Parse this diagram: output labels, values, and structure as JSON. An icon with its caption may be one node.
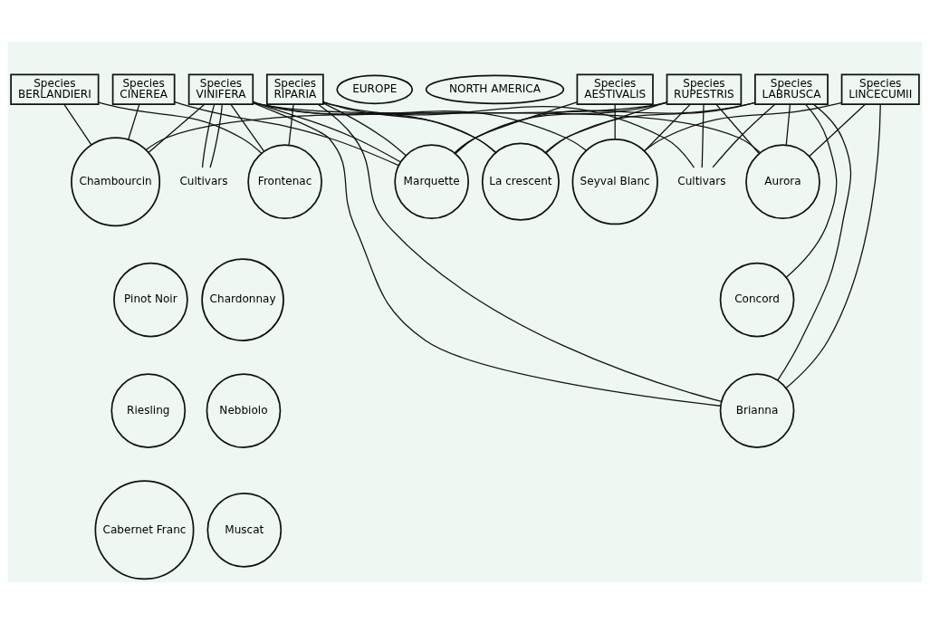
{
  "diagram": {
    "nodes": [
      {
        "text": [
          "Species",
          "VINIFERA"
        ]
      },
      {
        "text": [
          "EUROPE"
        ]
      },
      {
        "text": [
          "NORTH AMERICA"
        ]
      },
      {
        "text": [
          "Species",
          "LABRUSCA"
        ]
      },
      {
        "text": [
          "Species",
          "LINCECUMII"
        ]
      },
      {
        "text": [
          "Species",
          "RIPARIA"
        ]
      },
      {
        "text": [
          "Species",
          "RUPESTRIS"
        ]
      },
      {
        "text": [
          "Species",
          "BERLANDIERI"
        ]
      },
      {
        "text": [
          "Species",
          "CINEREA"
        ]
      },
      {
        "text": [
          "Species",
          "AESTIVALIS"
        ]
      },
      {
        "text": [
          "Cultivars"
        ]
      },
      {
        "text": [
          "Pinot Noir"
        ]
      },
      {
        "text": [
          "Chardonnay"
        ]
      },
      {
        "text": [
          "Riesling"
        ]
      },
      {
        "text": [
          "Nebbiolo"
        ]
      },
      {
        "text": [
          "Cabernet Franc"
        ]
      },
      {
        "text": [
          "Muscat"
        ]
      },
      {
        "text": [
          "Cultivars"
        ]
      },
      {
        "text": [
          "Chambourcin"
        ]
      },
      {
        "text": [
          "Seyval Blanc"
        ]
      },
      {
        "text": [
          "Aurora"
        ]
      },
      {
        "text": [
          "Concord"
        ]
      },
      {
        "text": [
          "Brianna"
        ]
      },
      {
        "text": [
          "Frontenac"
        ]
      },
      {
        "text": [
          "La crescent"
        ]
      },
      {
        "text": [
          "Marquette"
        ]
      }
    ],
    "edges": [
      {
        "from": 0,
        "to": 10,
        "arrow": "none"
      },
      {
        "from": 0,
        "to": 10,
        "arrow": "none"
      },
      {
        "from": 5,
        "to": 17,
        "arrow": "none"
      },
      {
        "from": 3,
        "to": 17,
        "arrow": "none"
      },
      {
        "from": 6,
        "to": 17,
        "arrow": "none"
      },
      {
        "from": 0,
        "to": 18,
        "arrow": "none"
      },
      {
        "from": 0,
        "to": 19,
        "arrow": "none"
      },
      {
        "from": 0,
        "to": 20,
        "arrow": "none"
      },
      {
        "from": 0,
        "to": 22,
        "arrow": "none"
      },
      {
        "from": 0,
        "to": 23,
        "arrow": "none"
      },
      {
        "from": 0,
        "to": 24,
        "arrow": "none"
      },
      {
        "from": 0,
        "to": 25,
        "arrow": "none"
      },
      {
        "from": 5,
        "to": 22,
        "arrow": "none"
      },
      {
        "from": 5,
        "to": 23,
        "arrow": "none"
      },
      {
        "from": 5,
        "to": 24,
        "arrow": "none"
      },
      {
        "from": 5,
        "to": 25,
        "arrow": "none"
      },
      {
        "from": 3,
        "to": 21,
        "arrow": "none"
      },
      {
        "from": 3,
        "to": 20,
        "arrow": "none"
      },
      {
        "from": 3,
        "to": 22,
        "arrow": "none"
      },
      {
        "from": 3,
        "to": 24,
        "arrow": "none"
      },
      {
        "from": 3,
        "to": 25,
        "arrow": "none"
      },
      {
        "from": 6,
        "to": 18,
        "arrow": "none"
      },
      {
        "from": 6,
        "to": 19,
        "arrow": "none"
      },
      {
        "from": 6,
        "to": 20,
        "arrow": "none"
      },
      {
        "from": 6,
        "to": 24,
        "arrow": "none"
      },
      {
        "from": 6,
        "to": 25,
        "arrow": "none"
      },
      {
        "from": 4,
        "to": 19,
        "arrow": "none"
      },
      {
        "from": 4,
        "to": 20,
        "arrow": "none"
      },
      {
        "from": 4,
        "to": 22,
        "arrow": "none"
      },
      {
        "from": 7,
        "to": 18,
        "arrow": "none"
      },
      {
        "from": 7,
        "to": 23,
        "arrow": "none"
      },
      {
        "from": 8,
        "to": 18,
        "arrow": "none"
      },
      {
        "from": 8,
        "to": 25,
        "arrow": "none"
      },
      {
        "from": 9,
        "to": 19,
        "arrow": "none"
      },
      {
        "from": 9,
        "to": 25,
        "arrow": "none"
      }
    ]
  }
}
